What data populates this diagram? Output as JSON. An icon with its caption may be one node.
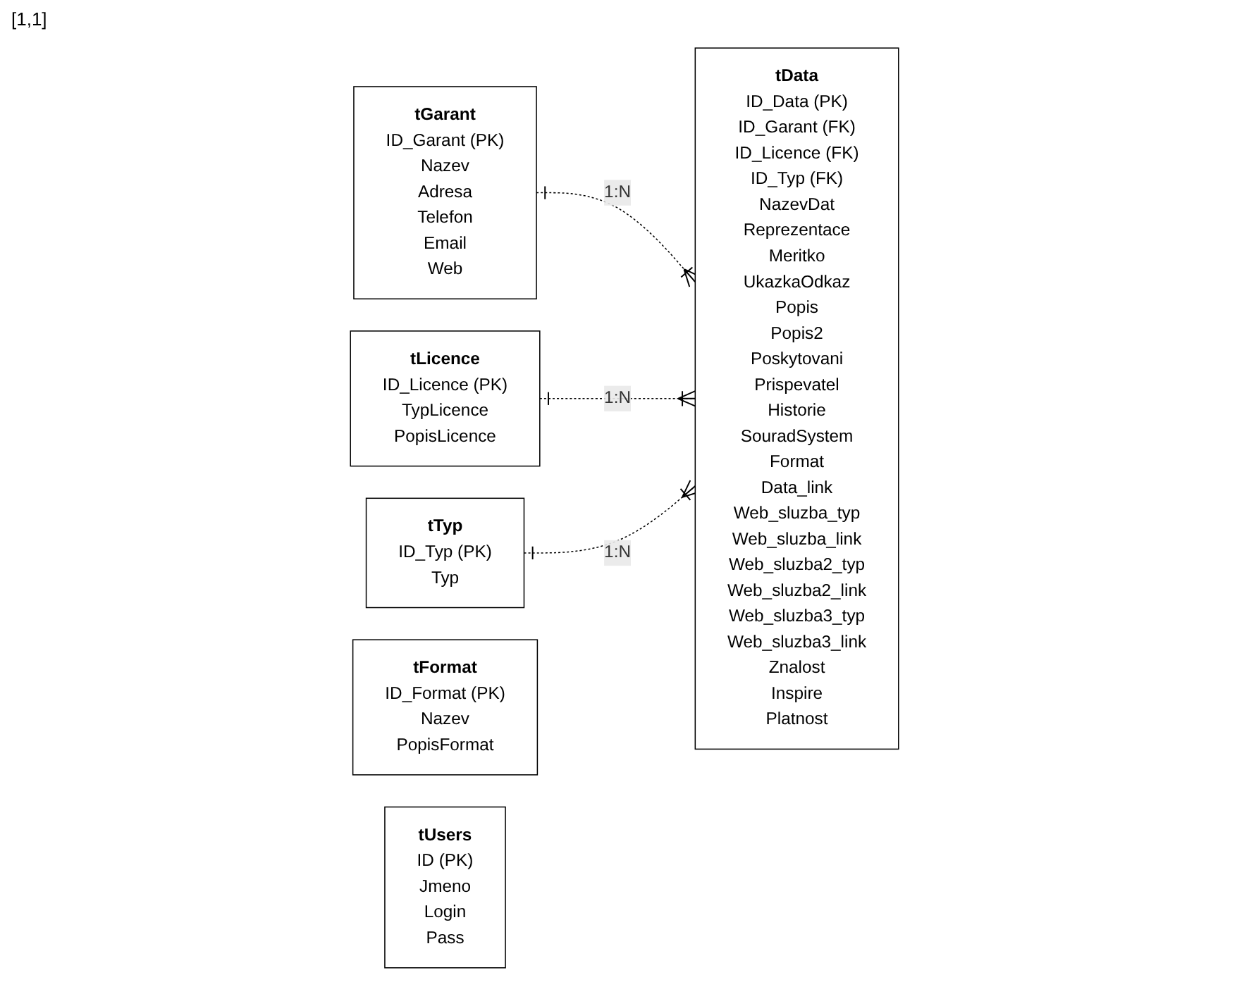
{
  "diagram": {
    "nodes": [
      {
        "text": [
          "tGarant",
          "ID_Garant (PK)",
          "Nazev",
          "Adresa",
          "Telefon",
          "Email",
          "Web"
        ]
      },
      {
        "text": [
          "tLicence",
          "ID_Licence (PK)",
          "TypLicence",
          "PopisLicence"
        ]
      },
      {
        "text": [
          "tTyp",
          "ID_Typ (PK)",
          "Typ"
        ]
      },
      {
        "text": [
          "tData",
          "ID_Data (PK)",
          "ID_Garant (FK)",
          "ID_Licence (FK)",
          "ID_Typ (FK)",
          "NazevDat",
          "Reprezentace",
          "Meritko",
          "UkazkaOdkaz",
          "Popis",
          "Popis2",
          "Poskytovani",
          "Prispevatel",
          "Historie",
          "SouradSystem",
          "Format",
          "Data_link",
          "Web_sluzba_typ",
          "Web_sluzba_link",
          "Web_sluzba2_typ",
          "Web_sluzba2_link",
          "Web_sluzba3_typ",
          "Web_sluzba3_link",
          "Znalost",
          "Inspire",
          "Platnost"
        ]
      },
      {
        "text": [
          "tFormat",
          "ID_Format (PK)",
          "Nazev",
          "PopisFormat"
        ]
      },
      {
        "text": [
          "tUsers",
          "ID (PK)",
          "Jmeno",
          "Login",
          "Pass"
        ]
      }
    ],
    "edges": [
      {
        "from": 0,
        "to": 3,
        "arrow": "other",
        "label": "1:N",
        "style": "dashed"
      },
      {
        "from": 1,
        "to": 3,
        "arrow": "other",
        "label": "1:N",
        "style": "dashed"
      },
      {
        "from": 2,
        "to": 3,
        "arrow": "other",
        "label": "1:N",
        "style": "dashed"
      }
    ],
    "labels": [
      "[1,1]"
    ]
  }
}
